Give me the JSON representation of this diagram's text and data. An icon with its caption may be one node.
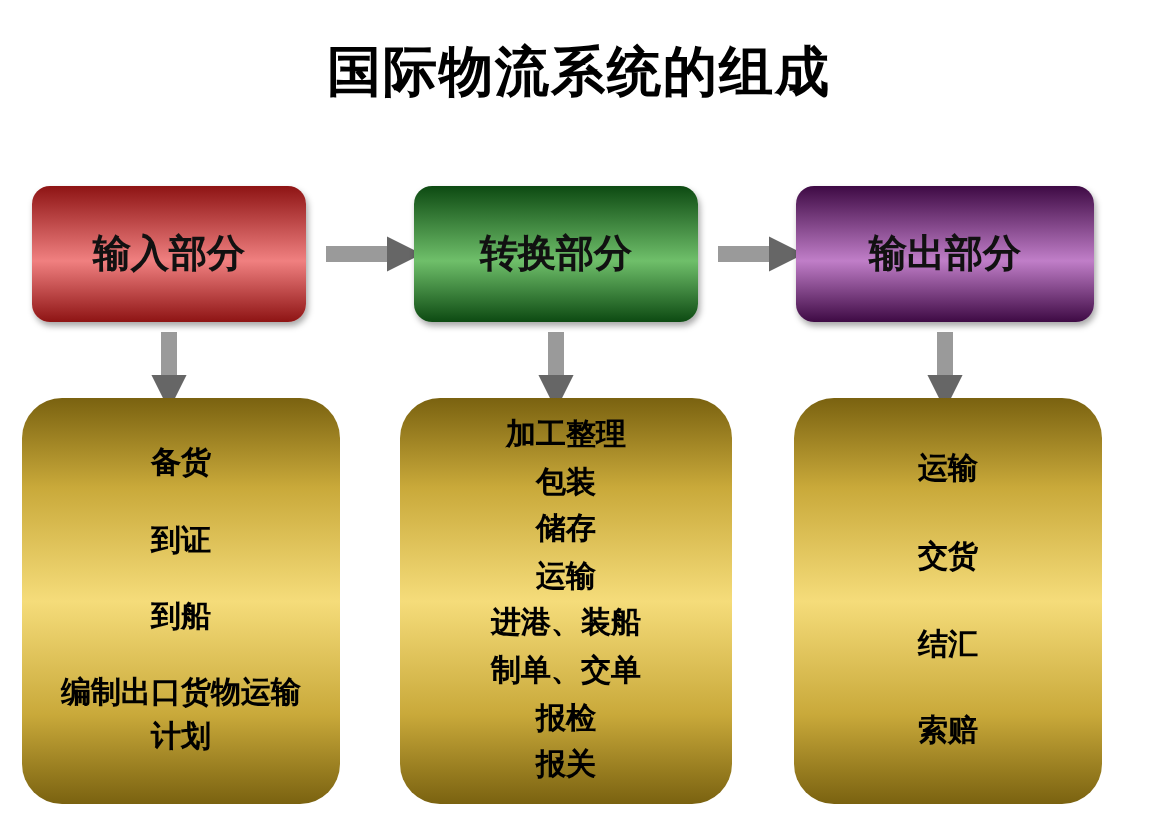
{
  "diagram": {
    "title": "国际物流系统的组成",
    "nodes": [
      {
        "text": [
          "输入部分"
        ]
      },
      {
        "text": [
          "转换部分"
        ]
      },
      {
        "text": [
          "输出部分"
        ]
      },
      {
        "text": [
          "备货",
          "到证",
          "到船",
          "编制出口货物运输计划"
        ]
      },
      {
        "text": [
          "加工整理",
          "包装",
          "储存",
          "运输",
          "进港、装船",
          "制单、交单",
          "报检",
          "报关"
        ]
      },
      {
        "text": [
          "运输",
          "交货",
          "结汇",
          "索赔"
        ]
      }
    ],
    "edges": [
      {
        "from": 0,
        "to": 1,
        "arrow": "to"
      },
      {
        "from": 1,
        "to": 2,
        "arrow": "to"
      },
      {
        "from": 0,
        "to": 3,
        "arrow": "to"
      },
      {
        "from": 1,
        "to": 4,
        "arrow": "to"
      },
      {
        "from": 2,
        "to": 5,
        "arrow": "to"
      }
    ]
  }
}
